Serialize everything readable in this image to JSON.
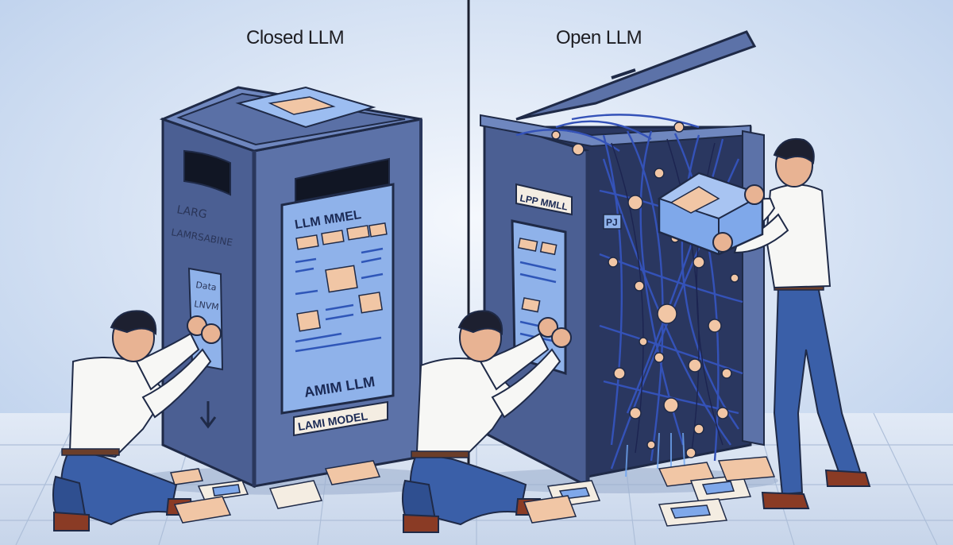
{
  "headings": {
    "left": "Closed LLM",
    "right": "Open LLM"
  },
  "closed_box": {
    "side_text_1": "LARG",
    "side_text_2": "LAMRSABINE",
    "card_text_1": "Data",
    "card_text_2": "LNVM",
    "panel_title": "LLM MMEL",
    "panel_footer": "AMIM LLM",
    "base_label": "LAMI  MODEL"
  },
  "open_box": {
    "side_label": "LPP MMLL",
    "tag_text": "PJ"
  },
  "colors": {
    "background": "#dfe9f7",
    "box_body": "#5c72a8",
    "box_dark": "#3e4f7d",
    "panel": "#8fb2ea",
    "cable": "#3452b8",
    "node": "#f1c6a5",
    "shirt": "#f7f7f5",
    "jeans": "#3a5fa8"
  }
}
